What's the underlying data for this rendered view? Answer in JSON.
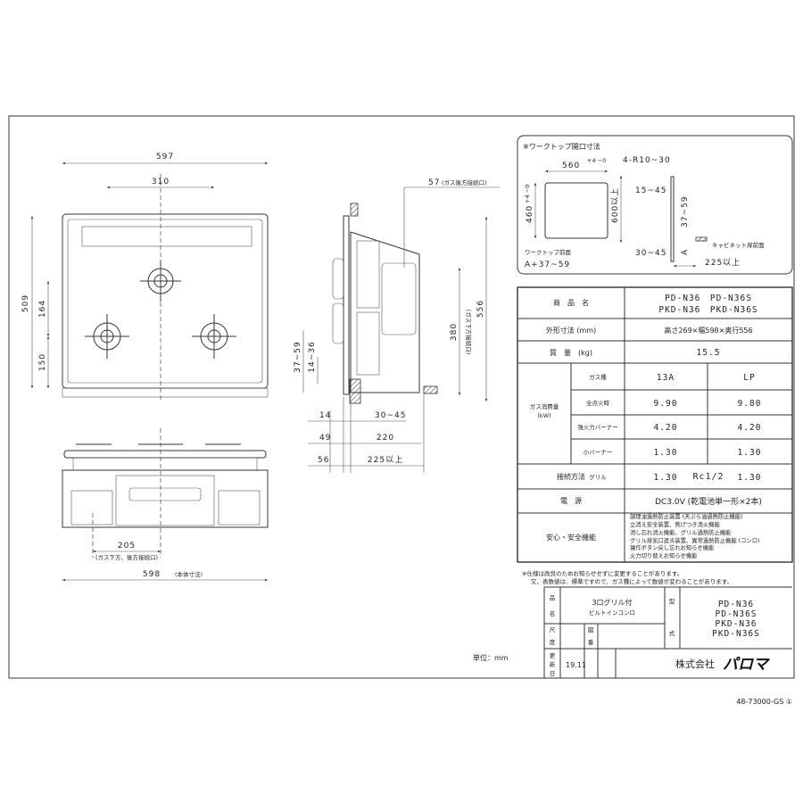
{
  "top_view": {
    "dim_width": "597",
    "dim_burner_span": "310",
    "dim_depth": "509",
    "dim_164": "164",
    "dim_150": "150"
  },
  "front_view": {
    "dim_205": "205",
    "dim_205_note": "(ガス下方、後方接続口)",
    "dim_598": "598",
    "dim_598_note": "(本体寸法)"
  },
  "side_view": {
    "dim_57": "57",
    "dim_57_note": "(ガス後方接続口)",
    "dim_556": "556",
    "dim_380": "380",
    "dim_380_note": "(ガス下方接続口)",
    "dim_37_59": "37~59",
    "dim_14_36": "14~36",
    "dim_14": "14",
    "dim_30_45": "30~45",
    "dim_49": "49",
    "dim_220": "220",
    "dim_56": "56",
    "dim_225": "225以上"
  },
  "worktop": {
    "title": "※ワークトップ開口寸法",
    "w": "560",
    "w_tol": "+4 −0",
    "radius": "4-R10~30",
    "h": "460",
    "h_tol": "+4 −0",
    "depth": "600以上",
    "front_label": "ワークトップ前面",
    "a_offset": "A+37~59",
    "d15_45": "15~45",
    "d37_59": "37~59",
    "d30_45": "30~45",
    "a_label": "A",
    "cabinet_label": "キャビネット扉前面",
    "d225": "225以上"
  },
  "spec": {
    "product_label": "商　品　名",
    "product_line1": "PD-N36　PD-N36S",
    "product_line2": "PKD-N36　PKD-N36S",
    "size_label": "外形寸法 (mm)",
    "size_value": "高さ269×幅598×奥行556",
    "mass_label": "質　量　(kg)",
    "mass_value": "15.5",
    "gas_group_label": "ガス消費量",
    "gas_group_unit": "(kW)",
    "rows": [
      {
        "label": "ガス種",
        "v13a": "13A",
        "vlp": "LP"
      },
      {
        "label": "全点火時",
        "v13a": "9.90",
        "vlp": "9.80"
      },
      {
        "label": "強火力バーナー",
        "v13a": "4.20",
        "vlp": "4.20"
      },
      {
        "label": "小バーナー",
        "v13a": "1.30",
        "vlp": "1.30"
      },
      {
        "label": "グリル",
        "v13a": "1.30",
        "vlp": "1.30"
      }
    ],
    "conn_label": "接続方法",
    "conn_value": "Rc1/2",
    "power_label": "電　源",
    "power_value": "DC3.0V (乾電池単一形×2本)",
    "safety_label": "安心・安全機能",
    "safety": [
      "調理油過熱防止装置 (天ぷら油過熱防止機能)",
      "立消え安全装置、焦げつき消火機能",
      "消し忘れ消火機能、グリル過熱防止機能",
      "グリル排気口遮炎装置、異常過熱防止機能 (コンロ)",
      "操作ボタン戻し忘れお知らせ機能",
      "火力切り替えお知らせ機能"
    ]
  },
  "notes": [
    "※仕様は改良のためお知らせせずに変更することがあります。",
    "又、表数値は、標準ですので、ガス種によって数値が変わることがあります。"
  ],
  "title_block": {
    "hin": "品",
    "mei": "名",
    "name1": "3口グリル付",
    "name2": "ビルトインコンロ",
    "kata": "型",
    "shiki": "式",
    "models": [
      "PD-N36",
      "PD-N36S",
      "PKD-N36",
      "PKD-N36S"
    ],
    "shaku": "尺",
    "do": "度",
    "zu": "図",
    "ban": "番",
    "kou": "更",
    "shin": "新",
    "bi": "日",
    "date": "19.11",
    "company": "株式会社",
    "logo": "パロマ",
    "doc_no": "48-73000-GS ①"
  },
  "unit": "単位：mm"
}
